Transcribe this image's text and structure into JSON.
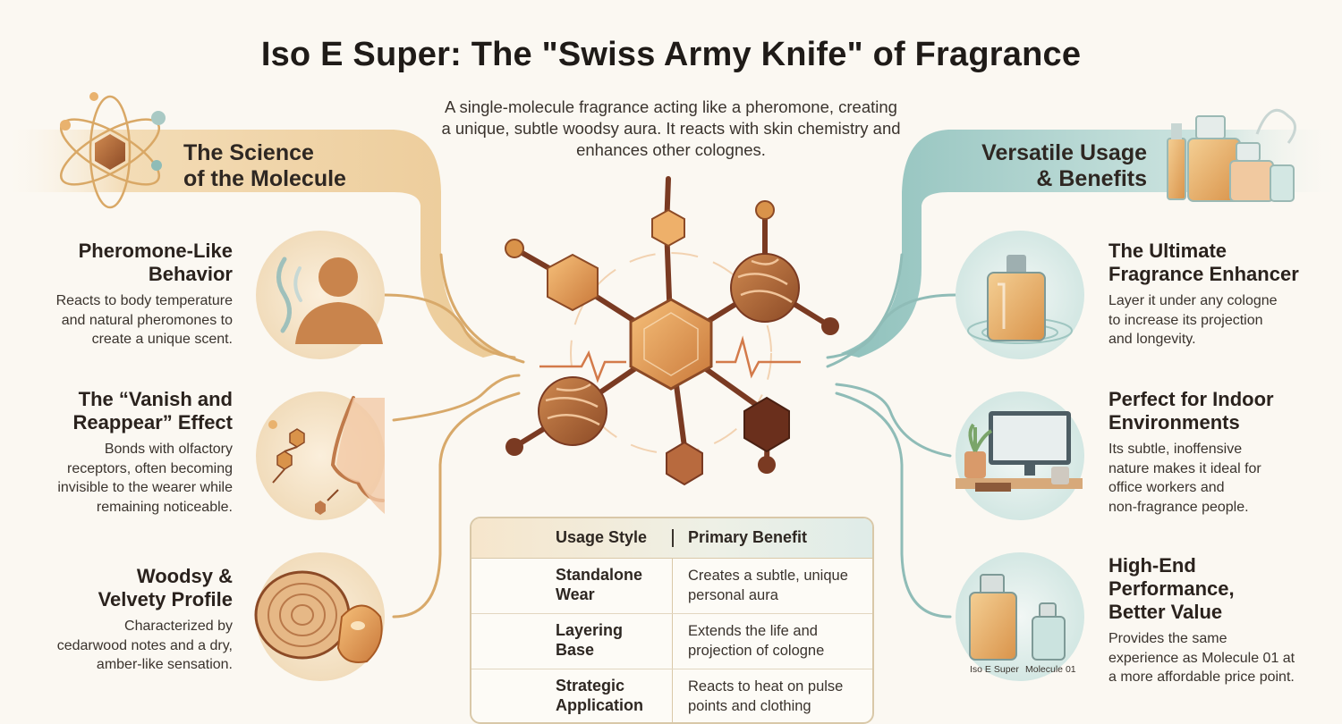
{
  "title": "Iso E Super: The \"Swiss Army Knife\" of Fragrance",
  "subtitle": "A single-molecule fragrance acting like a pheromone, creating a unique, subtle woodsy aura. It reacts with skin chemistry and enhances other colognes.",
  "colors": {
    "left_accent": "#e9c99a",
    "right_accent": "#a9cfcb",
    "molecule_amber": "#d9934a",
    "molecule_dark": "#7a3a22"
  },
  "left_section": {
    "heading_line1": "The Science",
    "heading_line2": "of the Molecule",
    "icon": "atom-icon",
    "features": [
      {
        "title_line1": "Pheromone-Like",
        "title_line2": "Behavior",
        "desc": [
          "Reacts to body temperature",
          "and natural pheromones to",
          "create a unique scent."
        ],
        "icon": "person-silhouette-icon"
      },
      {
        "title_line1": "The “Vanish and",
        "title_line2": "Reappear” Effect",
        "desc": [
          "Bonds with olfactory",
          "receptors, often becoming",
          "invisible to the wearer while",
          "remaining noticeable."
        ],
        "icon": "nose-molecule-icon"
      },
      {
        "title_line1": "Woodsy &",
        "title_line2": "Velvety Profile",
        "desc": [
          "Characterized by",
          "cedarwood notes and a dry,",
          "amber-like sensation."
        ],
        "icon": "wood-amber-icon"
      }
    ]
  },
  "right_section": {
    "heading_line1": "Versatile Usage",
    "heading_line2": "& Benefits",
    "icon": "perfume-bottles-icon",
    "features": [
      {
        "title_line1": "The Ultimate",
        "title_line2": "Fragrance Enhancer",
        "desc": [
          "Layer it under any cologne",
          "to increase its projection",
          "and longevity."
        ],
        "icon": "perfume-bottle-icon"
      },
      {
        "title_line1": "Perfect for Indoor",
        "title_line2": "Environments",
        "desc": [
          "Its subtle, inoffensive",
          "nature makes it ideal for",
          "office workers and",
          "non-fragrance people."
        ],
        "icon": "office-desk-icon"
      },
      {
        "title_line1": "High-End",
        "title_line2": "Performance,",
        "title_line3": "Better Value",
        "desc": [
          "Provides the same",
          "experience as Molecule 01 at",
          "a more affordable price point."
        ],
        "icon": "two-bottles-icon",
        "bottle_labels": [
          "Iso E Super",
          "Molecule 01"
        ]
      }
    ]
  },
  "table": {
    "headers": [
      "Usage Style",
      "Primary Benefit"
    ],
    "rows": [
      {
        "style_line1": "Standalone",
        "style_line2": "Wear",
        "benefit_line1": "Creates a subtle, unique",
        "benefit_line2": "personal aura",
        "icon": "bottle-icon"
      },
      {
        "style_line1": "Layering",
        "style_line2": "Base",
        "benefit_line1": "Extends the life and",
        "benefit_line2": "projection of cologne",
        "icon": "layered-bottles-icon"
      },
      {
        "style_line1": "Strategic",
        "style_line2": "Application",
        "benefit_line1": "Reacts to heat on pulse",
        "benefit_line2": "points and clothing",
        "icon": "pulse-drop-icon"
      }
    ]
  }
}
